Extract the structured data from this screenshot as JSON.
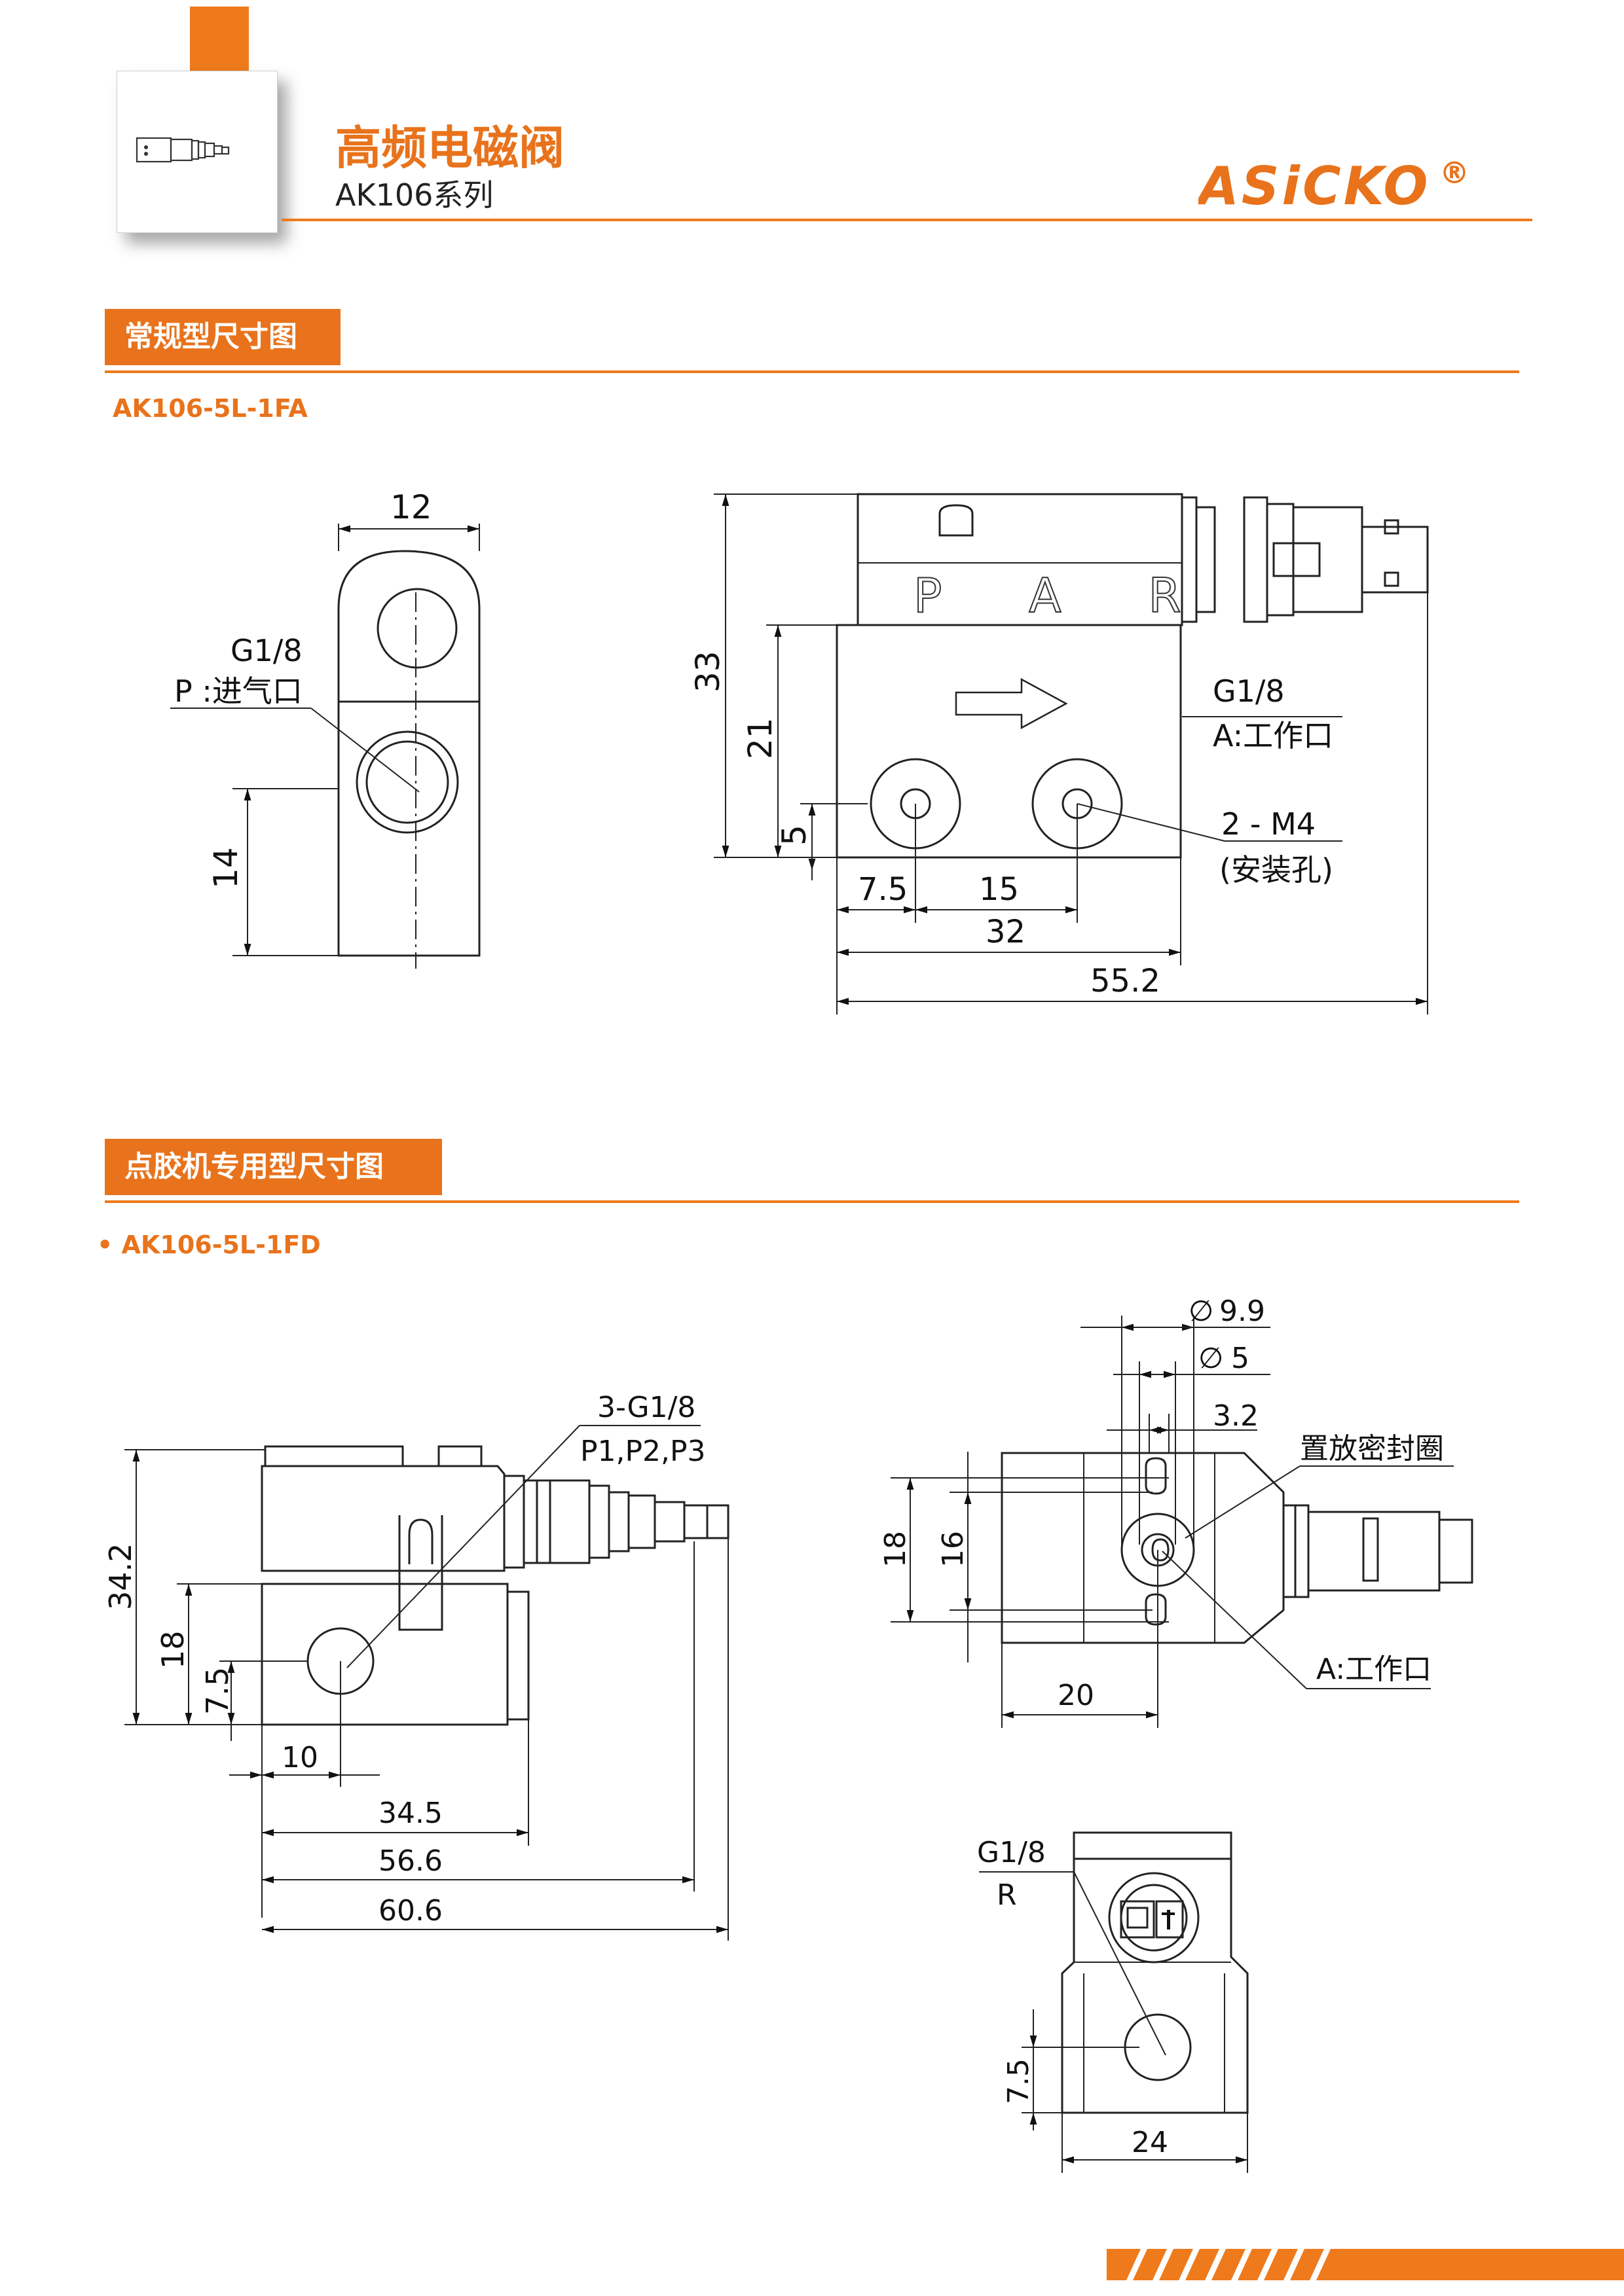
{
  "header": {
    "title": "高频电磁阀",
    "subtitle": "AK106系列",
    "brand": "ASiCKO",
    "registered_mark": "®",
    "accent_color": "#ee7a1c"
  },
  "section1": {
    "label": "常规型尺寸图",
    "model": "AK106-5L-1FA",
    "side_view": {
      "width_dim": "12",
      "port_label": "G1/8",
      "port_desc": "P :进气口",
      "height_dim": "14"
    },
    "front_view": {
      "coil_text": "P A R",
      "dim_total_height": "33",
      "dim_body_height": "21",
      "dim_hole_height": "5",
      "port_a_label": "G1/8",
      "port_a_desc": "A:工作口",
      "mount_label": "2 -  M4",
      "mount_desc": "(安装孔)",
      "dim_hole_offset": "7.5",
      "dim_hole_pitch": "15",
      "dim_body_length": "32",
      "dim_total_length": "55.2"
    }
  },
  "section2": {
    "label": "点胶机专用型尺寸图",
    "model": "• AK106-5L-1FD",
    "side_view": {
      "port_label": "3-G1/8",
      "port_desc": "P1,P2,P3",
      "dim_total_height": "34.2",
      "dim_body_height": "18",
      "dim_port_height": "7.5",
      "dim_port_offset": "10",
      "dim_body_length": "34.5",
      "dim_len_2": "56.6",
      "dim_len_3": "60.6"
    },
    "end_view": {
      "dim_dia_1": "9.9",
      "dim_dia_2": "5",
      "dim_offset": "3.2",
      "seal_label": "置放密封圈",
      "dim_h1": "18",
      "dim_h2": "16",
      "dim_width": "20",
      "port_a_desc": "A:工作口",
      "diameter_symbol": "∅"
    },
    "bottom_view": {
      "port_label": "G1/8",
      "port_desc": "R",
      "dim_port_height": "7.5",
      "dim_width": "24"
    }
  }
}
